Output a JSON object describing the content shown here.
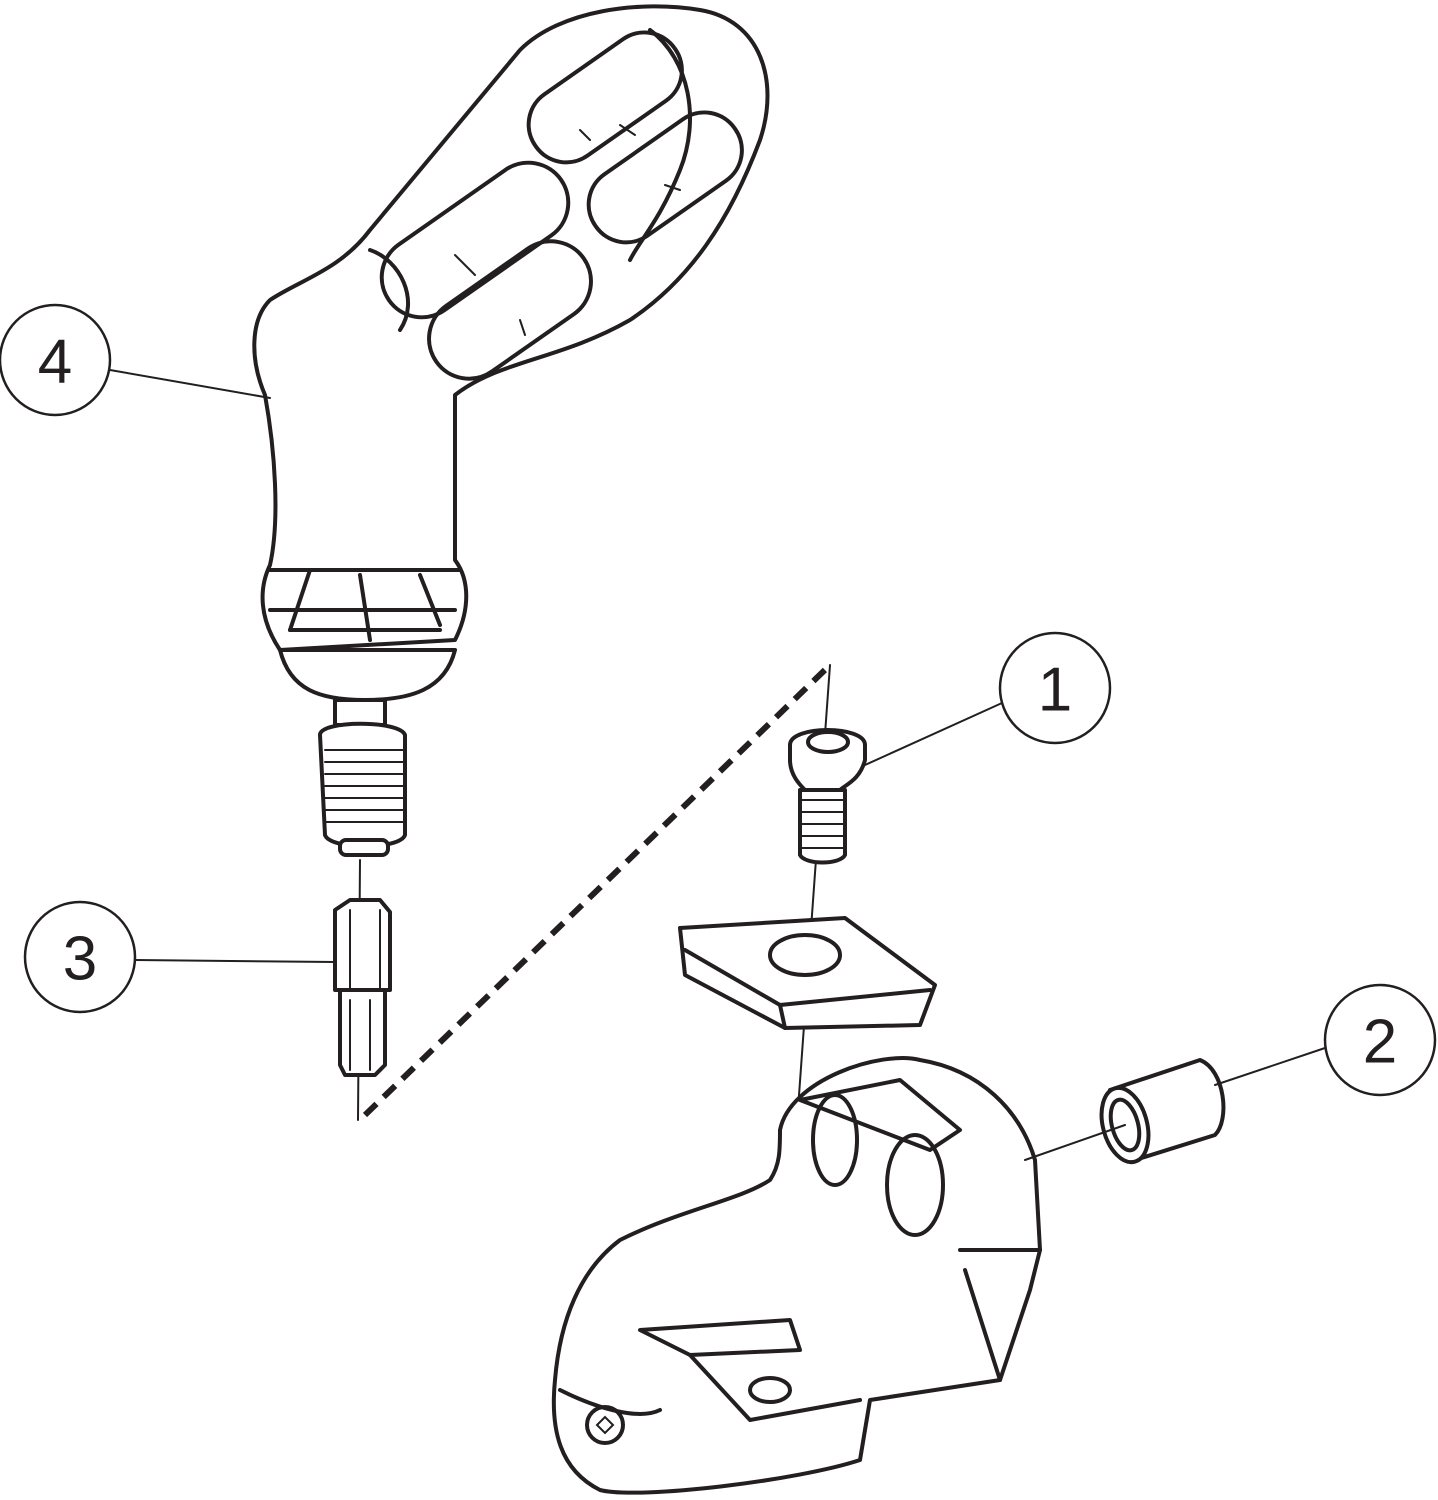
{
  "diagram": {
    "type": "exploded-parts-view",
    "callouts": [
      {
        "id": "1",
        "label": "1",
        "part": "insert-screw"
      },
      {
        "id": "2",
        "label": "2",
        "part": "sleeve"
      },
      {
        "id": "3",
        "label": "3",
        "part": "torx-bit"
      },
      {
        "id": "4",
        "label": "4",
        "part": "torque-handle"
      }
    ],
    "colors": {
      "line": "#231f20",
      "background": "#ffffff"
    }
  }
}
